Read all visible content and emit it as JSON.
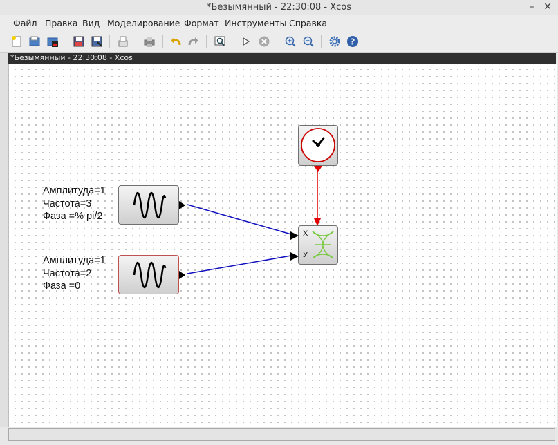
{
  "window": {
    "title": "*Безымянный - 22:30:08 - Xcos",
    "controls": {
      "minimize": "–",
      "close": "✕"
    }
  },
  "menu": [
    {
      "label": "Файл"
    },
    {
      "label": "Правка"
    },
    {
      "label": "Вид"
    },
    {
      "label": "Моделирование"
    },
    {
      "label": "Формат"
    },
    {
      "label": "Инструменты"
    },
    {
      "label": "Справка"
    }
  ],
  "toolbar": {
    "buttons": [
      {
        "name": "new-diagram",
        "icon": "new-file-icon"
      },
      {
        "name": "open",
        "icon": "folder-open-icon"
      },
      {
        "name": "open-in-scilab",
        "icon": "folder-scilab-icon"
      },
      {
        "name": "save",
        "icon": "floppy-disk-icon"
      },
      {
        "name": "save-as",
        "icon": "save-as-icon"
      },
      {
        "name": "export",
        "icon": "export-icon"
      },
      {
        "name": "print",
        "icon": "printer-icon"
      },
      {
        "name": "undo",
        "icon": "undo-icon"
      },
      {
        "name": "redo",
        "icon": "redo-icon"
      },
      {
        "name": "fit-diagram",
        "icon": "zoom-fit-icon"
      },
      {
        "name": "start",
        "icon": "play-icon"
      },
      {
        "name": "stop",
        "icon": "stop-icon"
      },
      {
        "name": "zoom-in",
        "icon": "zoom-in-icon"
      },
      {
        "name": "zoom-out",
        "icon": "zoom-out-icon"
      },
      {
        "name": "setup",
        "icon": "gear-icon"
      },
      {
        "name": "help",
        "icon": "help-icon"
      }
    ]
  },
  "document_tab": {
    "title": "*Безымянный - 22:30:08 - Xcos"
  },
  "diagram": {
    "blocks": [
      {
        "name": "clock-block",
        "icon": "clock-icon",
        "accent": "#cc0000"
      },
      {
        "name": "sine-generator-1",
        "icon": "sine-wave-icon"
      },
      {
        "name": "sine-generator-2",
        "icon": "sine-wave-icon",
        "border": "#c05050"
      },
      {
        "name": "xy-scope-block",
        "icon": "lissajous-icon",
        "accent": "#7ac943",
        "port_x": "X",
        "port_y": "У"
      }
    ],
    "annotations": [
      {
        "lines": [
          "Амплитуда=1",
          "Частота=3",
          "Фаза =% pi/2"
        ]
      },
      {
        "lines": [
          "Амплитуда=1",
          "Частота=2",
          "Фаза =0"
        ]
      }
    ],
    "links": [
      {
        "from": "clock-block",
        "to": "xy-scope-block",
        "color": "#e00000"
      },
      {
        "from": "sine-generator-1",
        "to": "xy-scope-block.x",
        "color": "#1010c0"
      },
      {
        "from": "sine-generator-2",
        "to": "xy-scope-block.y",
        "color": "#1010c0"
      }
    ]
  }
}
